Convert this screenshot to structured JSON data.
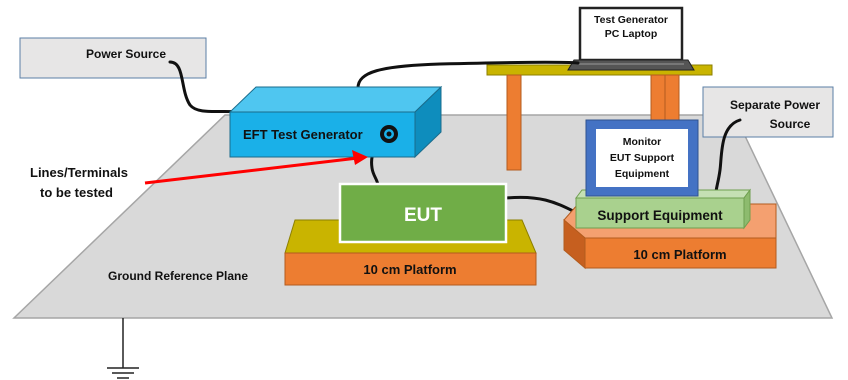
{
  "labels": {
    "power_source": "Power Source",
    "test_generator_line1": "Test Generator",
    "test_generator_line2": "PC Laptop",
    "separate_power_line1": "Separate Power",
    "separate_power_line2": "Source",
    "eft_generator": "EFT Test Generator",
    "lines_terminals_line1": "Lines/Terminals",
    "lines_terminals_line2": "to be tested",
    "monitor_line1": "Monitor",
    "monitor_line2": "EUT Support",
    "monitor_line3": "Equipment",
    "eut": "EUT",
    "support_equipment": "Support Equipment",
    "platform_left": "10 cm Platform",
    "platform_right": "10 cm Platform",
    "ground_plane": "Ground Reference Plane"
  },
  "colors": {
    "ground_plane": "#d9d9d9",
    "eft_box": "#1ab0e8",
    "platform": "#ed7d31",
    "platform_top": "#c9b400",
    "eut": "#70ad47",
    "support": "#a9d18e",
    "monitor_border": "#4472c4",
    "table": "#ed7d31",
    "table_top": "#c9b400",
    "arrow": "#ff0000",
    "label_box": "#e7e6e6"
  }
}
